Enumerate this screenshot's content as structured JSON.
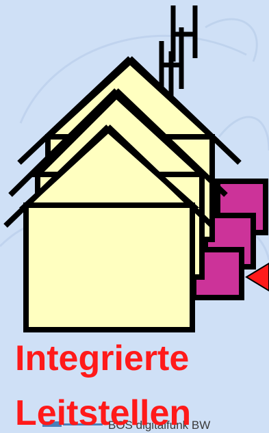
{
  "title": {
    "line1": "Integrierte",
    "line2": "Leitstellen"
  },
  "footer": {
    "label": "BOS digitalfunk BW"
  },
  "colors": {
    "background": "#cfe0f6",
    "house_fill": "#ffffc0",
    "outline": "#000000",
    "annex_fill": "#cc3399",
    "title_text": "#ff1a1a",
    "arrow": "#ff1a1a"
  },
  "icons": {
    "illustration": "building-with-antenna-icon"
  }
}
